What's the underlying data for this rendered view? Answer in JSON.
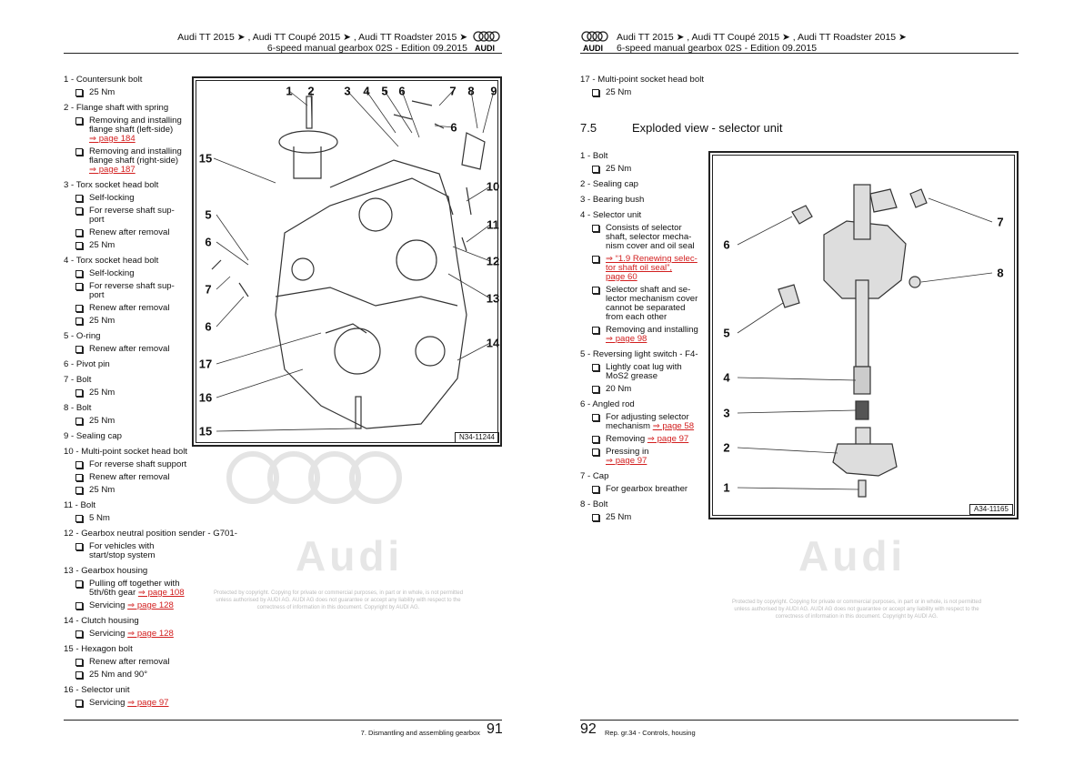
{
  "header": {
    "models": "Audi TT 2015 ➤ , Audi TT Coupé 2015 ➤ , Audi TT Roadster 2015 ➤",
    "edition": "6-speed manual gearbox 02S - Edition 09.2015",
    "brand": "Audi"
  },
  "left_page": {
    "items": [
      {
        "title": "1 - Countersunk bolt",
        "notes": [
          {
            "text": "25 Nm"
          }
        ]
      },
      {
        "title": "2 - Flange shaft with spring",
        "notes": [
          {
            "text": "Removing and installing\nflange shaft (left-side)\n",
            "link": "⇒ page 184"
          },
          {
            "text": "Removing and installing\nflange shaft (right-side)\n",
            "link": "⇒ page 187"
          }
        ]
      },
      {
        "title": "3 - Torx socket head bolt",
        "notes": [
          {
            "text": "Self-locking"
          },
          {
            "text": "For reverse shaft sup-\nport"
          },
          {
            "text": "Renew after removal"
          },
          {
            "text": "25 Nm"
          }
        ]
      },
      {
        "title": "4 - Torx socket head bolt",
        "notes": [
          {
            "text": "Self-locking"
          },
          {
            "text": "For reverse shaft sup-\nport"
          },
          {
            "text": "Renew after removal"
          },
          {
            "text": "25 Nm"
          }
        ]
      },
      {
        "title": "5 - O-ring",
        "notes": [
          {
            "text": "Renew after removal"
          }
        ]
      },
      {
        "title": "6 - Pivot pin",
        "notes": []
      },
      {
        "title": "7 - Bolt",
        "notes": [
          {
            "text": "25 Nm"
          }
        ]
      },
      {
        "title": "8 - Bolt",
        "notes": [
          {
            "text": "25 Nm"
          }
        ]
      },
      {
        "title": "9 - Sealing cap",
        "notes": []
      },
      {
        "title": "10 - Multi-point socket head bolt",
        "notes": [
          {
            "text": "For reverse shaft support"
          },
          {
            "text": "Renew after removal"
          },
          {
            "text": "25 Nm"
          }
        ]
      },
      {
        "title": "11 - Bolt",
        "notes": [
          {
            "text": "5 Nm"
          }
        ]
      },
      {
        "title": "12 - Gearbox neutral position sender - G701-",
        "notes": [
          {
            "text": "For vehicles with start/stop system"
          }
        ]
      },
      {
        "title": "13 - Gearbox housing",
        "notes": [
          {
            "text": "Pulling off together with 5th/6th gear ",
            "link": "⇒ page 108"
          },
          {
            "text": "Servicing ",
            "link": "⇒ page 128"
          }
        ]
      },
      {
        "title": "14 - Clutch housing",
        "notes": [
          {
            "text": "Servicing ",
            "link": "⇒ page 128"
          }
        ]
      },
      {
        "title": "15 - Hexagon bolt",
        "notes": [
          {
            "text": "Renew after removal"
          },
          {
            "text": "25 Nm and 90°"
          }
        ]
      },
      {
        "title": "16 - Selector unit",
        "notes": [
          {
            "text": "Servicing ",
            "link": "⇒ page 97"
          }
        ]
      }
    ],
    "figure": {
      "id": "N34-11244",
      "callouts": [
        "1",
        "2",
        "3",
        "4",
        "5",
        "6",
        "7",
        "8",
        "9",
        "6",
        "10",
        "11",
        "12",
        "13",
        "14",
        "15",
        "5",
        "6",
        "7",
        "6",
        "17",
        "16",
        "15"
      ]
    },
    "footer": {
      "text": "7. Dismantling and assembling gearbox",
      "page": "91"
    }
  },
  "right_page": {
    "items_top": [
      {
        "title": "17 - Multi-point socket head bolt",
        "notes": [
          {
            "text": "25 Nm"
          }
        ]
      }
    ],
    "section": {
      "number": "7.5",
      "title": "Exploded view - selector unit"
    },
    "items": [
      {
        "title": "1 - Bolt",
        "notes": [
          {
            "text": "25 Nm"
          }
        ]
      },
      {
        "title": "2 - Sealing cap",
        "notes": []
      },
      {
        "title": "3 - Bearing bush",
        "notes": []
      },
      {
        "title": "4 - Selector unit",
        "notes": [
          {
            "text": "Consists of selector\nshaft, selector mecha-\nnism cover and oil seal"
          },
          {
            "text": "",
            "link": "⇒ “1.9 Renewing selec-\ntor shaft oil seal”,\npage 60"
          },
          {
            "text": "Selector shaft and se-\nlector mechanism cover\ncannot be separated\nfrom each other"
          },
          {
            "text": "Removing and installing\n",
            "link": "⇒ page 98"
          }
        ]
      },
      {
        "title": "5 - Reversing light switch - F4-",
        "notes": [
          {
            "text": "Lightly coat lug with\nMoS2 grease"
          },
          {
            "text": "20 Nm"
          }
        ]
      },
      {
        "title": "6 - Angled rod",
        "notes": [
          {
            "text": "For adjusting selector\nmechanism ",
            "link": "⇒ page 58"
          },
          {
            "text": "Removing ",
            "link": "⇒ page 97"
          },
          {
            "text": "Pressing in\n",
            "link": "⇒ page 97"
          }
        ]
      },
      {
        "title": "7 - Cap",
        "notes": [
          {
            "text": "For gearbox breather"
          }
        ]
      },
      {
        "title": "8 - Bolt",
        "notes": [
          {
            "text": "25 Nm"
          }
        ]
      }
    ],
    "figure": {
      "id": "A34-11165",
      "callouts": [
        "7",
        "6",
        "8",
        "5",
        "4",
        "3",
        "2",
        "1"
      ]
    },
    "footer": {
      "text": "Rep. gr.34 - Controls, housing",
      "page": "92"
    }
  },
  "watermark": {
    "brand": "Audi",
    "copyright": "Protected by copyright. Copying for private or commercial purposes, in part or in whole, is not permitted unless authorised by AUDI AG. AUDI AG does not guarantee or accept any liability with respect to the correctness of information in this document. Copyright by AUDI AG."
  }
}
